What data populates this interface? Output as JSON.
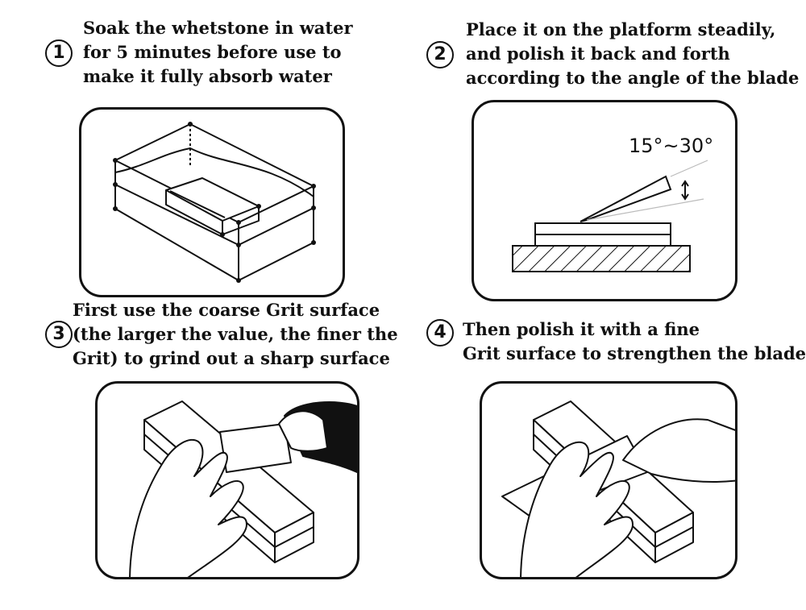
{
  "steps": [
    {
      "number": "1",
      "lines": [
        "Soak the whetstone in water",
        "for 5 minutes before use to",
        "make it fully absorb water"
      ]
    },
    {
      "number": "2",
      "lines": [
        "Place it on the platform steadily,",
        "and polish it back and forth",
        "according to the angle of the blade"
      ]
    },
    {
      "number": "3",
      "lines": [
        "First use the coarse Grit surface",
        "(the larger the value, the finer the",
        "Grit) to grind out a sharp surface"
      ]
    },
    {
      "number": "4",
      "lines": [
        "Then polish it with a fine",
        "Grit surface to strengthen the blade"
      ]
    }
  ],
  "angle_label": "15°~30°"
}
